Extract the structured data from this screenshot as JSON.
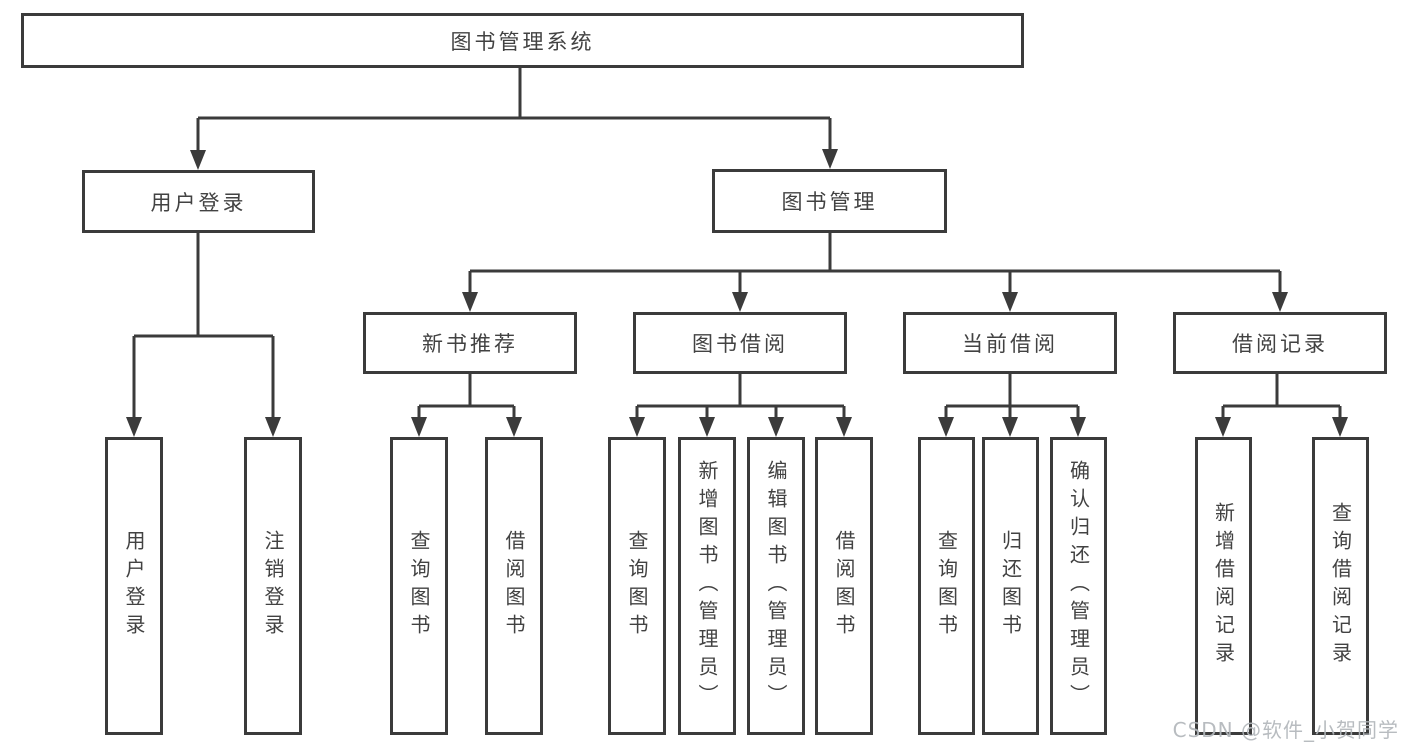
{
  "diagram": {
    "title": "图书管理系统",
    "root": {
      "label": "图书管理系统"
    },
    "level1": [
      {
        "label": "用户登录"
      },
      {
        "label": "图书管理"
      }
    ],
    "level2": [
      {
        "label": "新书推荐"
      },
      {
        "label": "图书借阅"
      },
      {
        "label": "当前借阅"
      },
      {
        "label": "借阅记录"
      }
    ],
    "leaves": {
      "user_login": [
        "用户登录",
        "注销登录"
      ],
      "new_book": [
        "查询图书",
        "借阅图书"
      ],
      "book_borrow": [
        "查询图书",
        "新增图书（管理员）",
        "编辑图书（管理员）",
        "借阅图书"
      ],
      "current_borrow": [
        "查询图书",
        "归还图书",
        "确认归还（管理员）"
      ],
      "borrow_record": [
        "新增借阅记录",
        "查询借阅记录"
      ]
    }
  },
  "watermark": {
    "text": "CSDN @软件_小贺同学"
  },
  "colors": {
    "line": "#3b3b3b",
    "text": "#424242",
    "watermark": "#b2b7bb",
    "background": "#ffffff"
  }
}
